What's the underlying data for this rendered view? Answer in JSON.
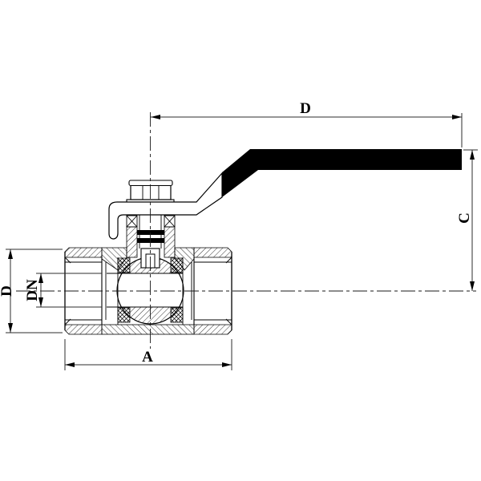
{
  "page": {
    "background": "#ffffff",
    "description": "Sectional technical drawing of a ball valve with lever handle and dimension annotations"
  },
  "colors": {
    "object_line": "#000000",
    "dimension_line": "#2e2e2e",
    "handle_grip_fill": "#000000",
    "packing_seal_fill": "#000000"
  },
  "dimensions": {
    "handle_length_top": {
      "label": "D"
    },
    "handle_height_right": {
      "label": "C"
    },
    "body_outer_diameter_left": {
      "label": "D"
    },
    "nominal_bore_left": {
      "label": "DN"
    },
    "body_length_bottom": {
      "label": "A"
    }
  }
}
